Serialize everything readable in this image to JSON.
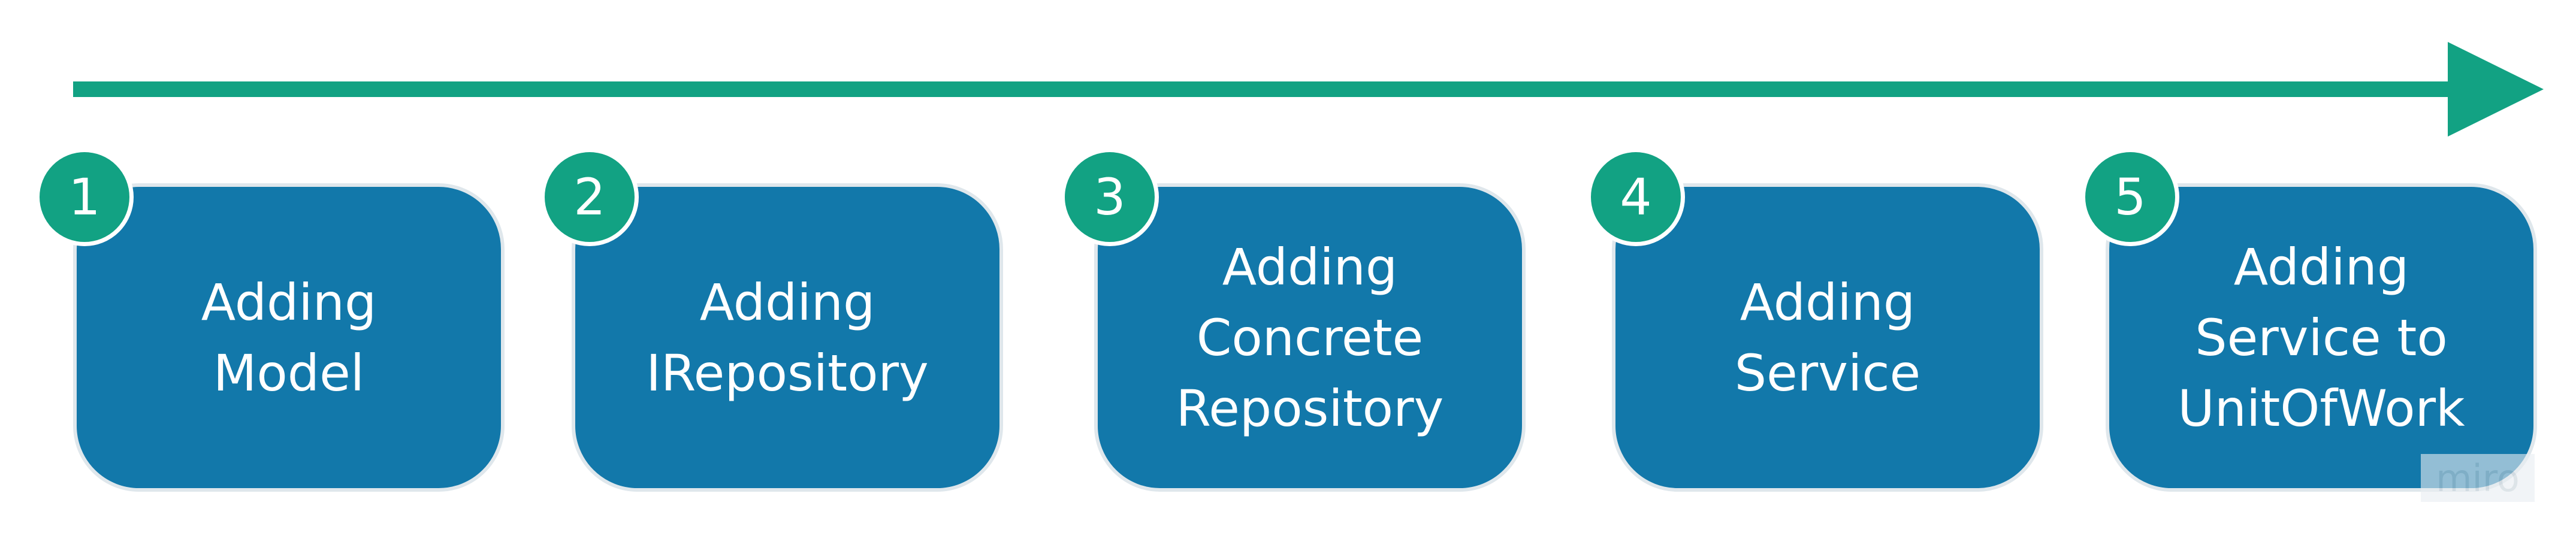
{
  "colors": {
    "arrow": "#12a283",
    "card_fill": "#1278aa",
    "card_border": "#dfe7ec",
    "badge_fill": "#12a283",
    "text": "#ffffff"
  },
  "steps": [
    {
      "number": "1",
      "label": "Adding\nModel"
    },
    {
      "number": "2",
      "label": "Adding\nIRepository"
    },
    {
      "number": "3",
      "label": "Adding\nConcrete\nRepository"
    },
    {
      "number": "4",
      "label": "Adding\nService"
    },
    {
      "number": "5",
      "label": "Adding\nService to\nUnitOfWork"
    }
  ],
  "watermark": "miro"
}
